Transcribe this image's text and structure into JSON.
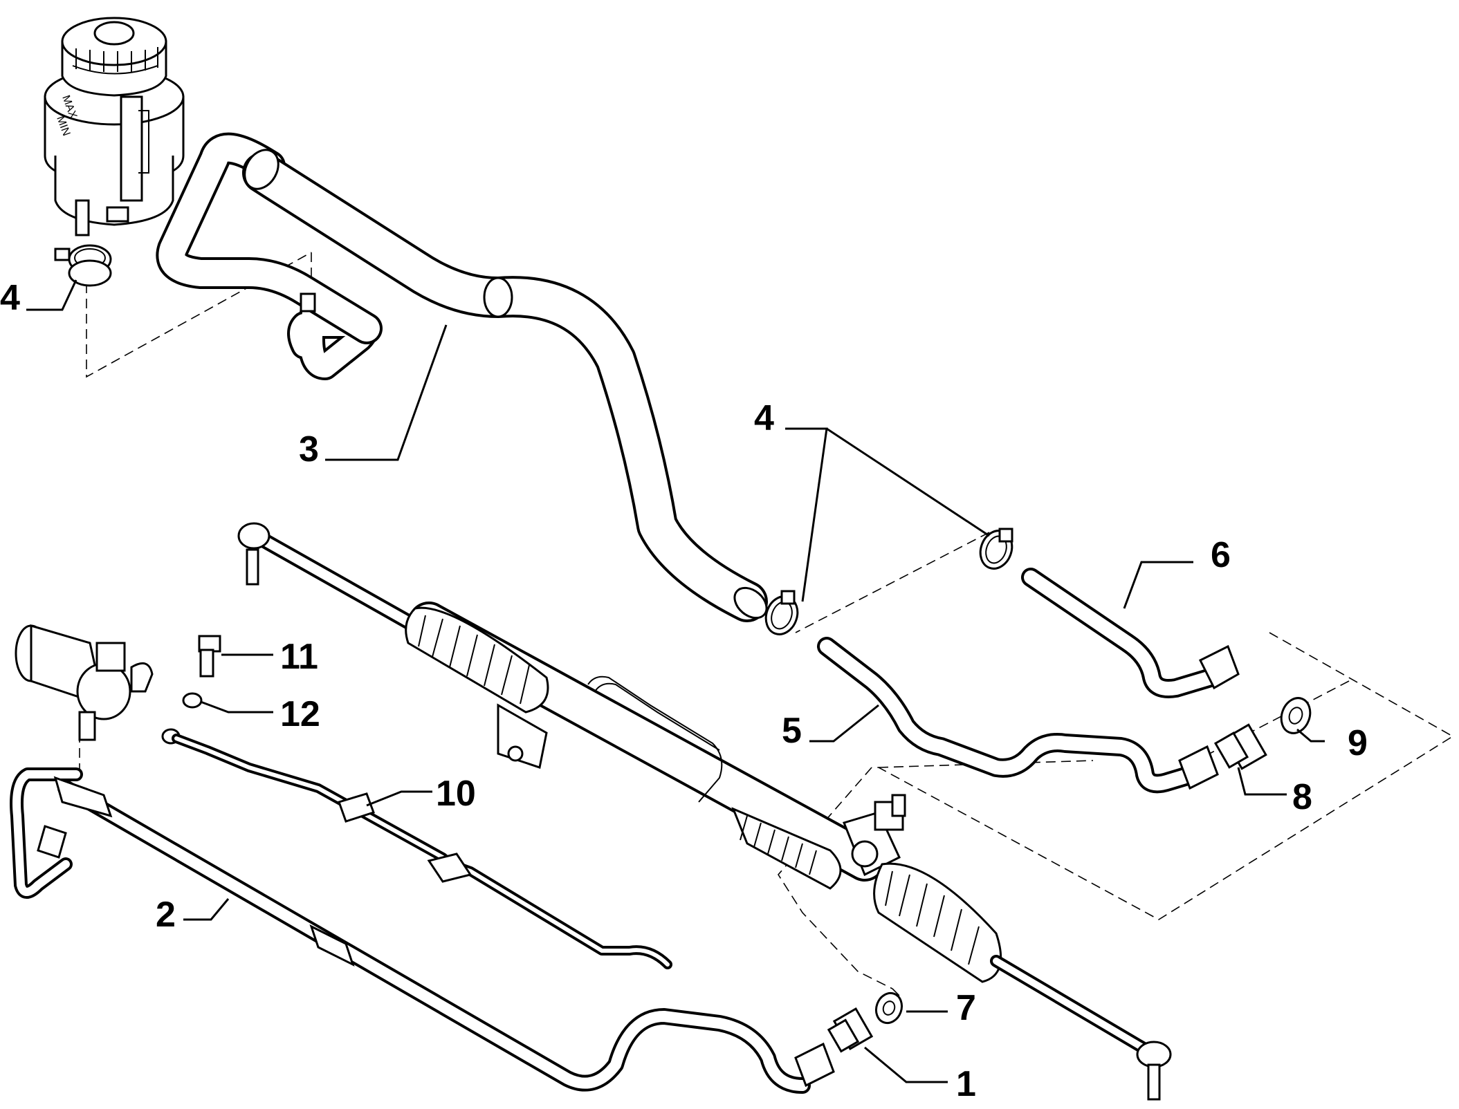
{
  "diagram": {
    "callouts": [
      {
        "id": "c-4a",
        "label": "4"
      },
      {
        "id": "c-3",
        "label": "3"
      },
      {
        "id": "c-4b",
        "label": "4"
      },
      {
        "id": "c-6",
        "label": "6"
      },
      {
        "id": "c-11",
        "label": "11"
      },
      {
        "id": "c-12",
        "label": "12"
      },
      {
        "id": "c-5",
        "label": "5"
      },
      {
        "id": "c-9",
        "label": "9"
      },
      {
        "id": "c-8",
        "label": "8"
      },
      {
        "id": "c-10",
        "label": "10"
      },
      {
        "id": "c-2",
        "label": "2"
      },
      {
        "id": "c-7",
        "label": "7"
      },
      {
        "id": "c-1",
        "label": "1"
      }
    ],
    "reservoir_marks": {
      "max": "MAX",
      "min": "MIN"
    }
  }
}
